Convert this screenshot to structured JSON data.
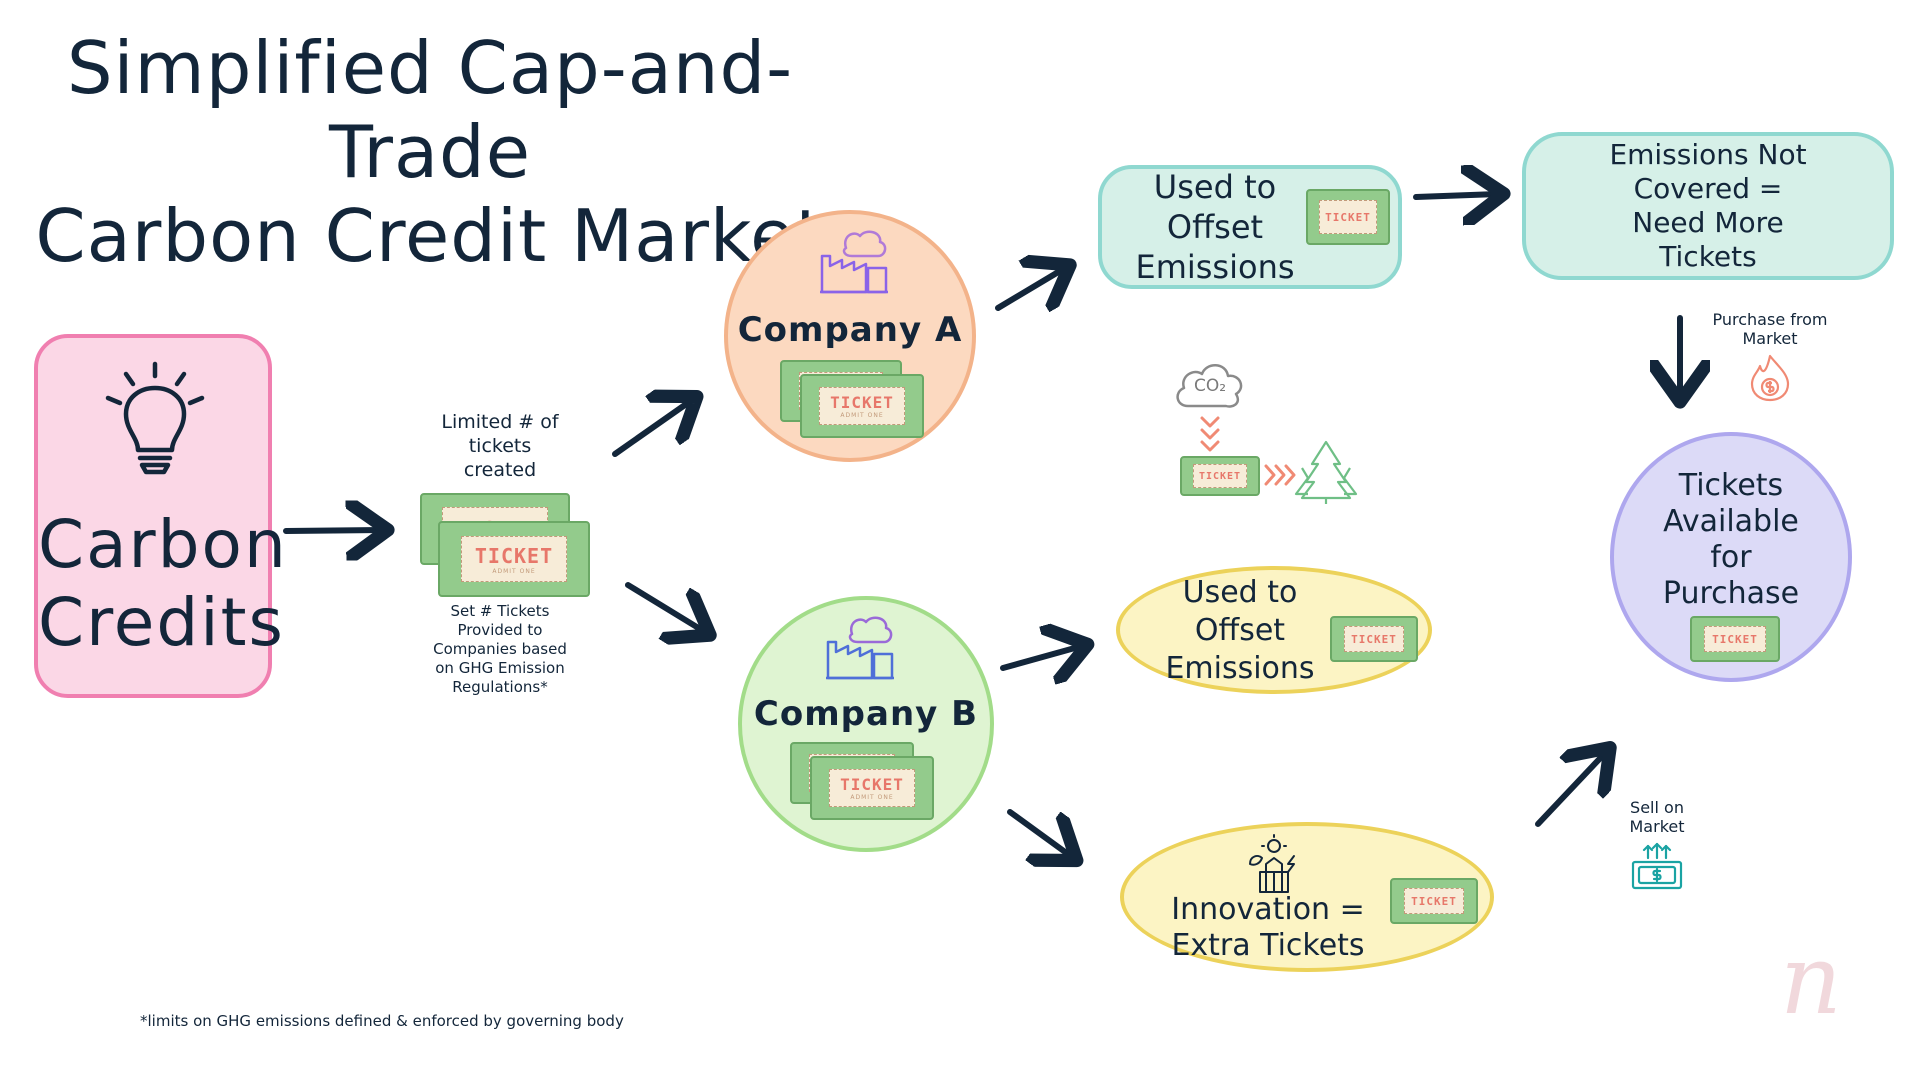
{
  "title": {
    "line1": "Simplified Cap-and-Trade",
    "line2": "Carbon Credit Market"
  },
  "carbon_credits": {
    "line1": "Carbon",
    "line2": "Credits",
    "icon": "lightbulb-icon"
  },
  "limited": {
    "line1": "Limited # of",
    "line2": "tickets",
    "line3": "created"
  },
  "set_tickets": {
    "line1": "Set # Tickets",
    "line2": "Provided to",
    "line3": "Companies based",
    "line4": "on GHG Emission",
    "line5": "Regulations*"
  },
  "company_a": {
    "label": "Company A",
    "icon": "factory-co2-icon"
  },
  "company_b": {
    "label": "Company B",
    "icon": "factory-co2-icon"
  },
  "offset_a": {
    "line1": "Used to",
    "line2": "Offset",
    "line3": "Emissions"
  },
  "offset_b": {
    "line1": "Used to",
    "line2": "Offset",
    "line3": "Emissions"
  },
  "need_more": {
    "line1": "Emissions Not",
    "line2": "Covered =",
    "line3": "Need More",
    "line4": "Tickets"
  },
  "purchase_from": {
    "line1": "Purchase from",
    "line2": "Market",
    "icon": "money-fire-icon"
  },
  "available": {
    "line1": "Tickets",
    "line2": "Available",
    "line3": "for",
    "line4": "Purchase"
  },
  "innovation": {
    "line1": "Innovation =",
    "line2": "Extra Tickets",
    "icon": "innovation-icon"
  },
  "sell_on": {
    "line1": "Sell on",
    "line2": "Market",
    "icon": "cash-up-icon"
  },
  "co2_cloud": {
    "label": "CO₂"
  },
  "ticket": {
    "word": "TICKET",
    "sub": "ADMIT ONE"
  },
  "footnote": "*limits on GHG emissions defined & enforced by governing body",
  "watermark": "n",
  "colors": {
    "ink": "#13263a",
    "pink": "#f07fb0",
    "teal": "#8fd8d0",
    "peach": "#f3b38a",
    "green": "#a2dc89",
    "yellow": "#ecd25a",
    "lavender": "#aea7ee",
    "salmon": "#f08a74"
  }
}
